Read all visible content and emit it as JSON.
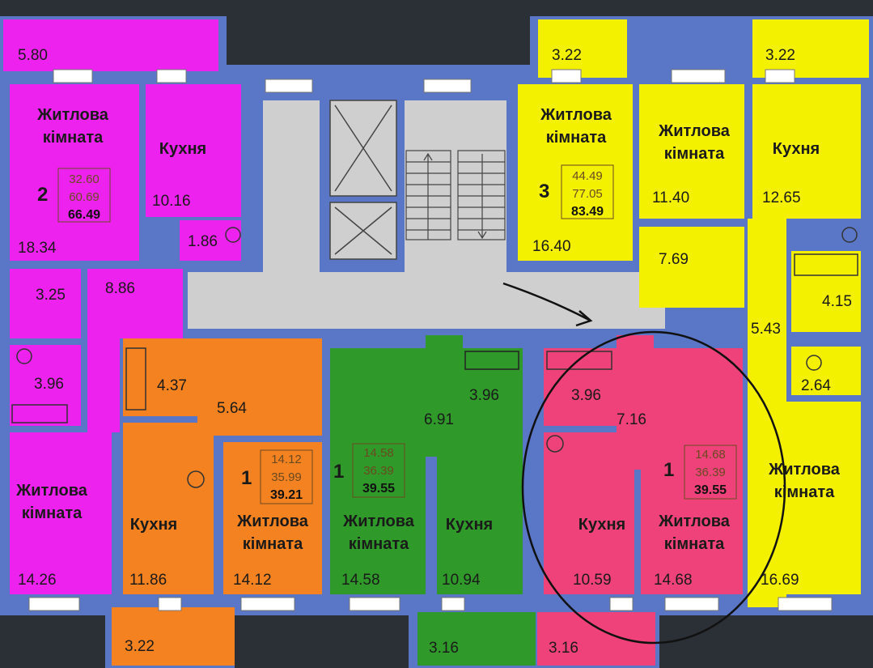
{
  "colors": {
    "wall": "#5a76c6",
    "magenta": "#ee22ee",
    "yellow": "#f3f000",
    "orange": "#f58220",
    "green": "#2f9a2a",
    "pink": "#f0427a",
    "corridor": "#cfcfcf",
    "background": "#2b2f36"
  },
  "apartments": {
    "apt2": {
      "rooms_num": "2",
      "areas": [
        "32.60",
        "60.69",
        "66.49"
      ],
      "living1_name": "Житлова кімната",
      "living1_area": "18.34",
      "kitchen_name": "Кухня",
      "kitchen_area": "10.16",
      "bath_area": "1.86",
      "balcony_area": "5.80",
      "hall_area": "8.86",
      "closet_area": "3.25",
      "wc_area": "3.96",
      "living2_name": "Житлова кімната",
      "living2_area": "14.26"
    },
    "apt3": {
      "rooms_num": "3",
      "areas": [
        "44.49",
        "77.05",
        "83.49"
      ],
      "living1_name": "Житлова кімната",
      "living1_area": "16.40",
      "living2_name": "Житлова кімната",
      "living2_area": "11.40",
      "kitchen_name": "Кухня",
      "kitchen_area": "12.65",
      "balcony1_area": "3.22",
      "balcony2_area": "3.22",
      "hall_area": "7.69",
      "bath_area": "4.15",
      "corridor_area": "5.43",
      "wc_area": "2.64",
      "living3_name": "Житлова кімната",
      "living3_area": "16.69"
    },
    "apt1_orange": {
      "rooms_num": "1",
      "areas": [
        "14.12",
        "35.99",
        "39.21"
      ],
      "bath_area": "4.37",
      "hall_area": "5.64",
      "kitchen_name": "Кухня",
      "kitchen_area": "11.86",
      "living_name": "Житлова кімната",
      "living_area": "14.12",
      "balcony_area": "3.22"
    },
    "apt1_green": {
      "rooms_num": "1",
      "areas": [
        "14.58",
        "36.39",
        "39.55"
      ],
      "hall_area": "6.91",
      "bath_area": "3.96",
      "living_name": "Житлова кімната",
      "living_area": "14.58",
      "kitchen_name": "Кухня",
      "kitchen_area": "10.94",
      "balcony_area": "3.16"
    },
    "apt1_pink": {
      "rooms_num": "1",
      "areas": [
        "14.68",
        "36.39",
        "39.55"
      ],
      "bath_area": "3.96",
      "hall_area": "7.16",
      "kitchen_name": "Кухня",
      "kitchen_area": "10.59",
      "living_name": "Житлова кімната",
      "living_area": "14.68",
      "balcony_area": "3.16"
    }
  }
}
